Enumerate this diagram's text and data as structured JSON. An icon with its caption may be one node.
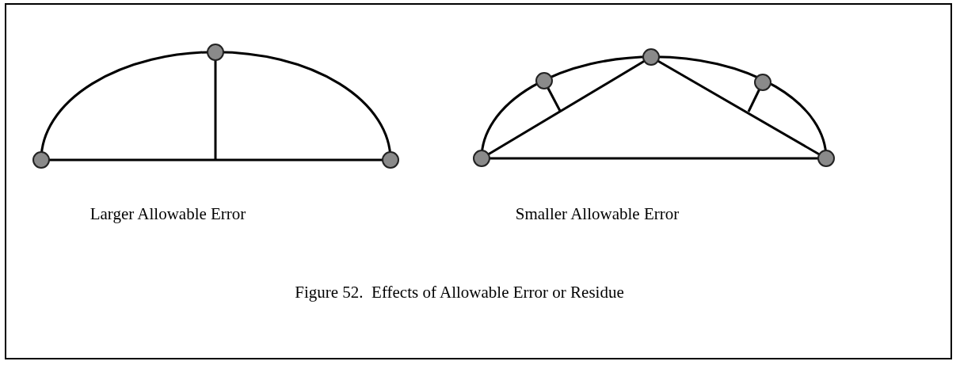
{
  "diagram": {
    "caption": "Figure 52.  Effects of Allowable Error or Residue",
    "labels": [
      "Larger Allowable Error",
      "Smaller Allowable Error"
    ]
  }
}
